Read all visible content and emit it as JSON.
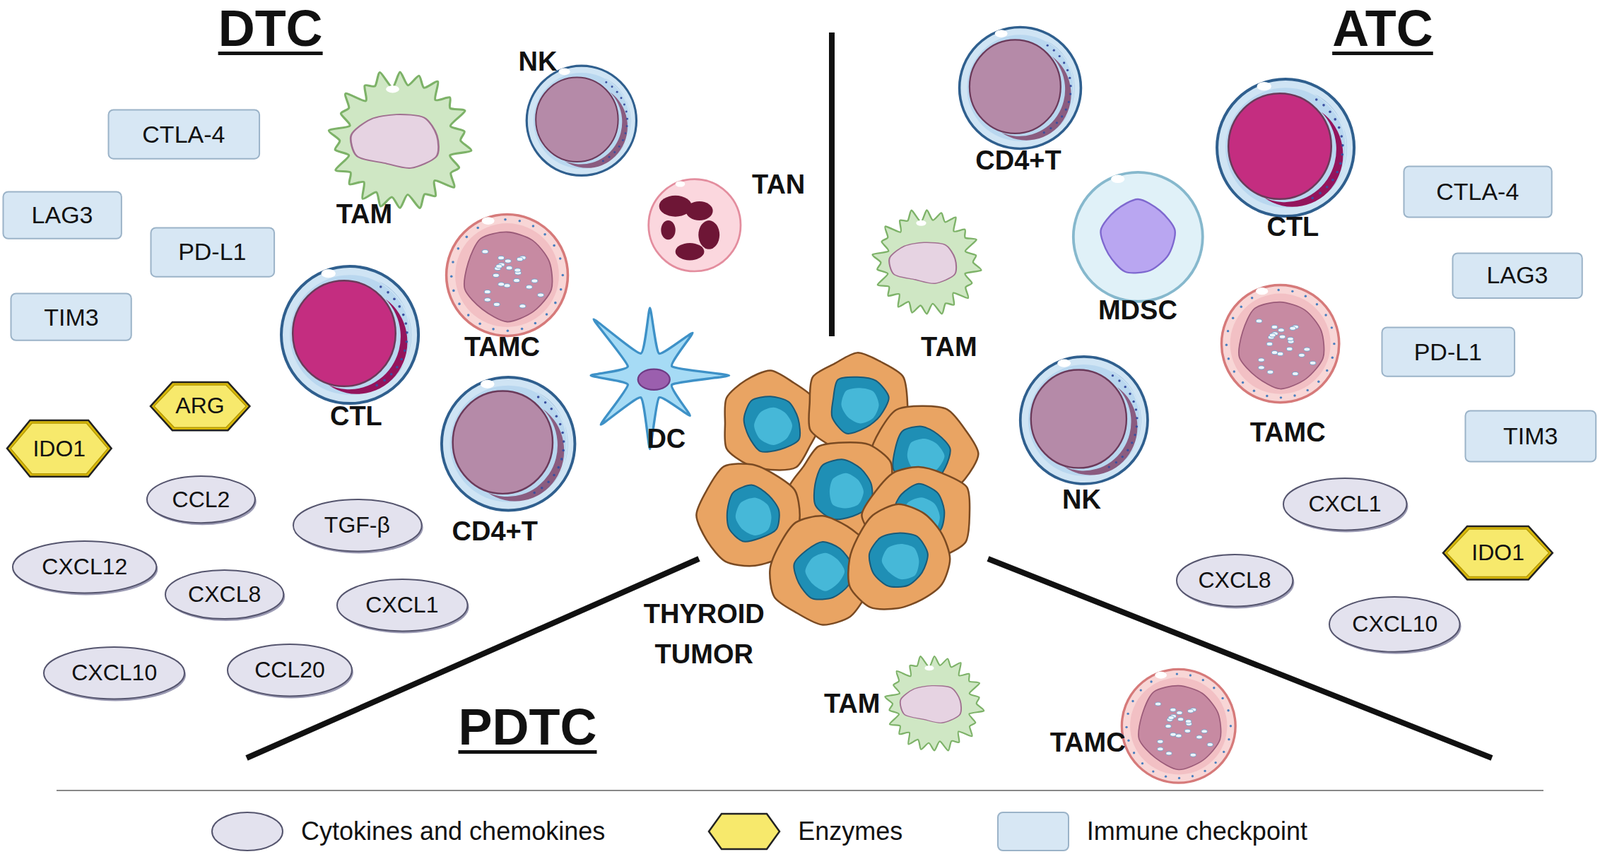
{
  "diagram": {
    "nodes": [
      {
        "text": [
          "CTLA-4"
        ]
      },
      {
        "text": [
          "LAG3"
        ]
      },
      {
        "text": [
          "PD-L1"
        ]
      },
      {
        "text": [
          "TIM3"
        ]
      },
      {
        "text": [
          "ARG"
        ]
      },
      {
        "text": [
          "IDO1"
        ]
      },
      {
        "text": [
          "CCL2"
        ]
      },
      {
        "text": [
          "TGF-β"
        ]
      },
      {
        "text": [
          "CXCL12"
        ]
      },
      {
        "text": [
          "CXCL8"
        ]
      },
      {
        "text": [
          "CXCL1"
        ]
      },
      {
        "text": [
          "CXCL10"
        ]
      },
      {
        "text": [
          "CCL20"
        ]
      },
      {
        "text": [
          "TAM"
        ]
      },
      {
        "text": [
          "NK"
        ]
      },
      {
        "text": [
          "TAN"
        ]
      },
      {
        "text": [
          "TAMC"
        ]
      },
      {
        "text": [
          "DC"
        ]
      },
      {
        "text": [
          "CTL"
        ]
      },
      {
        "text": [
          "CD4+T"
        ]
      },
      {
        "text": [
          "CD4+T"
        ]
      },
      {
        "text": [
          "CTL"
        ]
      },
      {
        "text": [
          "CTLA-4"
        ]
      },
      {
        "text": [
          "LAG3"
        ]
      },
      {
        "text": [
          "TAM"
        ]
      },
      {
        "text": [
          "MDSC"
        ]
      },
      {
        "text": [
          "PD-L1"
        ]
      },
      {
        "text": [
          "TAMC"
        ]
      },
      {
        "text": [
          "TIM3"
        ]
      },
      {
        "text": [
          "NK"
        ]
      },
      {
        "text": [
          "CXCL1"
        ]
      },
      {
        "text": [
          "IDO1"
        ]
      },
      {
        "text": [
          "CXCL8"
        ]
      },
      {
        "text": [
          "CXCL10"
        ]
      },
      {
        "text": [
          "THYROID TUMOR"
        ]
      },
      {
        "text": [
          "TAM"
        ]
      },
      {
        "text": [
          "TAMC"
        ]
      }
    ],
    "labels": [
      "DTC",
      "ATC",
      "PDTC"
    ],
    "legend": [
      {
        "text": "Cytokines and chemokines",
        "color": "#e3e2ee"
      },
      {
        "text": "Enzymes",
        "color": "#f7e96c"
      },
      {
        "text": "Immune checkpoint",
        "color": "#d7e7f4"
      }
    ]
  }
}
